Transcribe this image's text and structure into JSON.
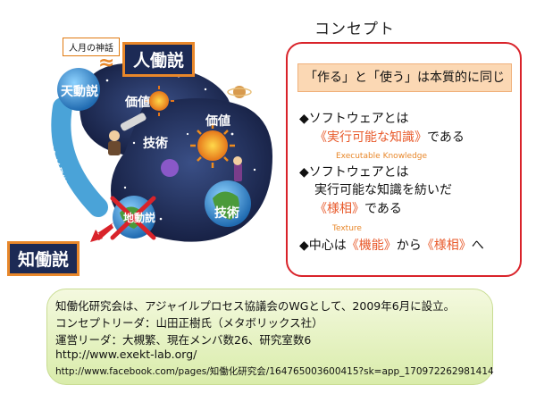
{
  "illustration": {
    "myth_label": "人月の神話",
    "tilde": "≈",
    "hito_label": "人働説",
    "chi_label": "知働説",
    "tendou": "天動説",
    "chidou": "地動説",
    "value_1": "価値",
    "value_2": "価値",
    "tech_1": "技術",
    "tech_2": "技術",
    "copernicus_arc": "コペルニクス的転回"
  },
  "concept": {
    "title": "コンセプト",
    "headline": "「作る」と「使う」は本質的に同じ",
    "b1_line1": "◆ソフトウェアとは",
    "b1_line2_hl": "《実行可能な知識》",
    "b1_line2_rest": "である",
    "b1_en": "Executable Knowledge",
    "b2_line1": "◆ソフトウェアとは",
    "b2_line2": "実行可能な知識を紡いだ",
    "b2_line3_hl": "《様相》",
    "b2_line3_rest": "である",
    "b2_en": "Texture",
    "b3_prefix": "◆中心は",
    "b3_hl1": "《機能》",
    "b3_mid": "から",
    "b3_hl2": "《様相》",
    "b3_suffix": "へ"
  },
  "info": {
    "line1": "知働化研究会は、アジャイルプロセス協議会のWGとして、2009年6月に設立。",
    "line2": "コンセプトリーダ：山田正樹氏（メタボリックス社）",
    "line3": "運営リーダ：大槻繁、現在メンバ数26、研究室数6",
    "line4": "http://www.exekt-lab.org/",
    "line5": "http://www.facebook.com/pages/知働化研究会/164765003600415?sk=app_170972262981414"
  },
  "colors": {
    "accent_orange": "#e8592a",
    "box_red": "#d9232a",
    "navy": "#1c2a55",
    "info_green": "#d9ecaa"
  }
}
